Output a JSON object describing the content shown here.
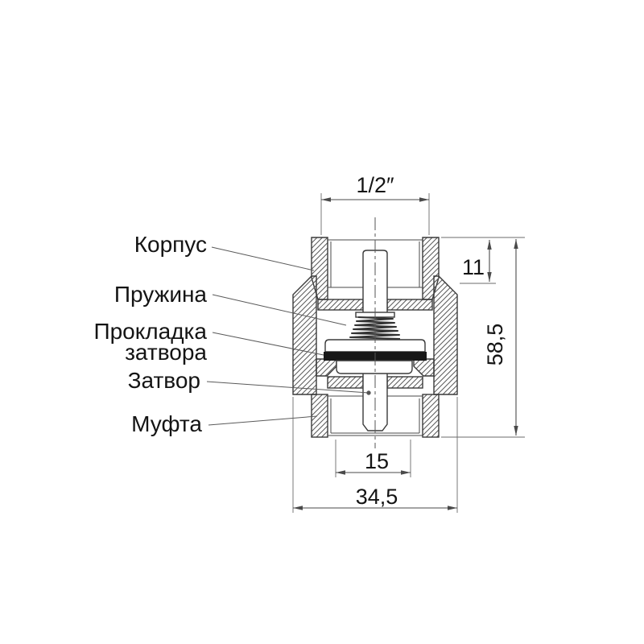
{
  "drawing": {
    "type": "technical-cross-section",
    "subject": "check-valve",
    "labels": {
      "korpus": "Корпус",
      "pruzhina": "Пружина",
      "prokladka_1": "Прокладка",
      "prokladka_2": "затвора",
      "zatvor": "Затвор",
      "mufta": "Муфта"
    },
    "dimensions": {
      "thread_size": "1/2″",
      "top_section_height": "11",
      "overall_height": "58,5",
      "bottom_bore": "15",
      "overall_width": "34,5"
    },
    "colors": {
      "background": "#ffffff",
      "line": "#3a3a3a",
      "gasket": "#181818",
      "text": "#141414"
    }
  }
}
